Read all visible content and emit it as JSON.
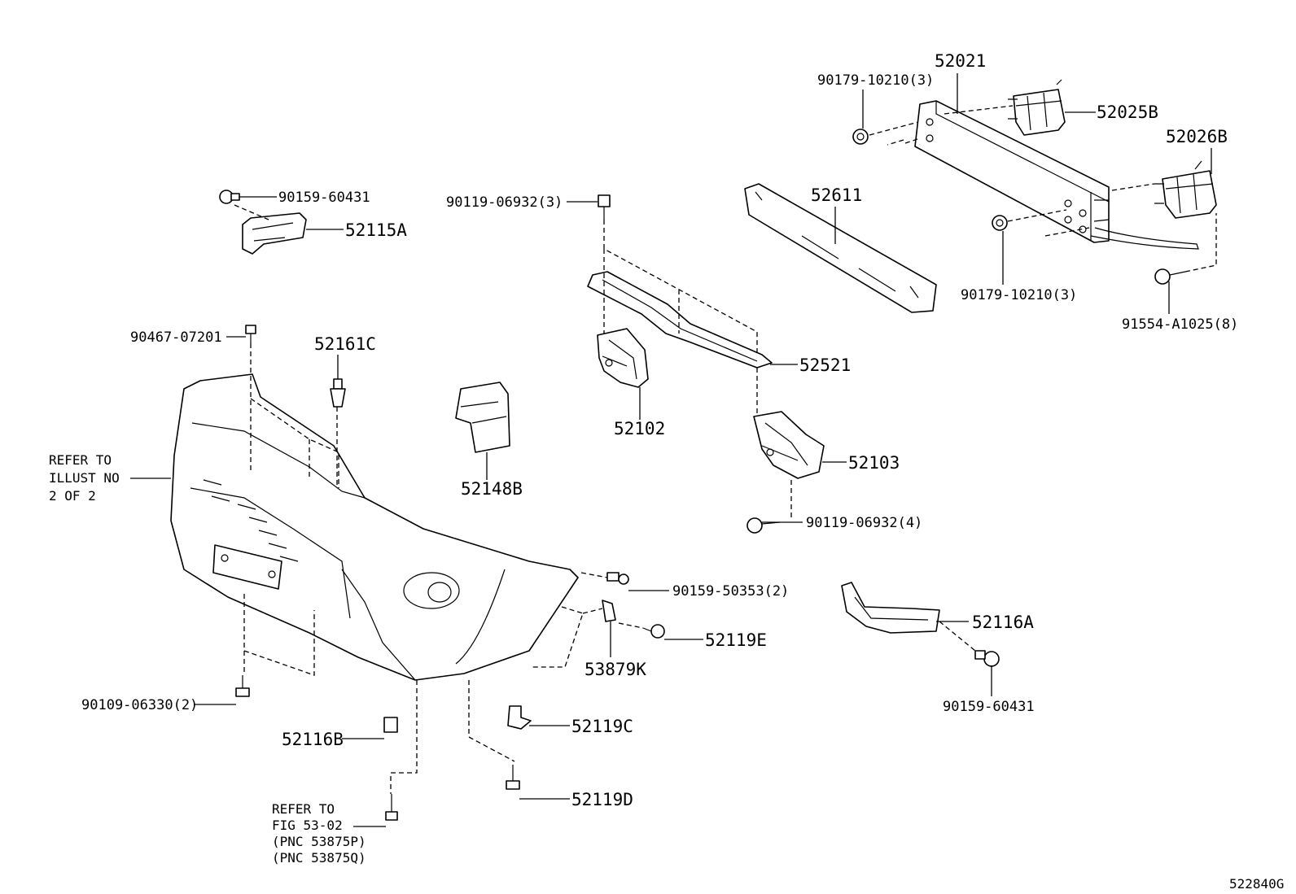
{
  "diagram": {
    "code": "522840G",
    "labels": {
      "p52021": "52021",
      "p52025B": "52025B",
      "p52026B": "52026B",
      "p52611": "52611",
      "p90179_top": "90179-10210(3)",
      "p90179_bot": "90179-10210(3)",
      "p91554": "91554-A1025(8)",
      "p90159_60431_top": "90159-60431",
      "p52115A": "52115A",
      "p90119_06932_3": "90119-06932(3)",
      "p52521": "52521",
      "p52102": "52102",
      "p52103": "52103",
      "p90119_06932_4": "90119-06932(4)",
      "p90467": "90467-07201",
      "p52161C": "52161C",
      "p52148B": "52148B",
      "p90159_50353": "90159-50353(2)",
      "p52119E": "52119E",
      "p53879K": "53879K",
      "p52116A": "52116A",
      "p90159_60431_bot": "90159-60431",
      "p90109": "90109-06330(2)",
      "p52116B": "52116B",
      "p52119C": "52119C",
      "p52119D": "52119D"
    },
    "refer_illust": [
      "REFER TO",
      "ILLUST NO",
      "2 OF 2"
    ],
    "refer_fig": [
      "REFER TO",
      "FIG 53-02",
      "(PNC 53875P)",
      "(PNC 53875Q)"
    ]
  }
}
